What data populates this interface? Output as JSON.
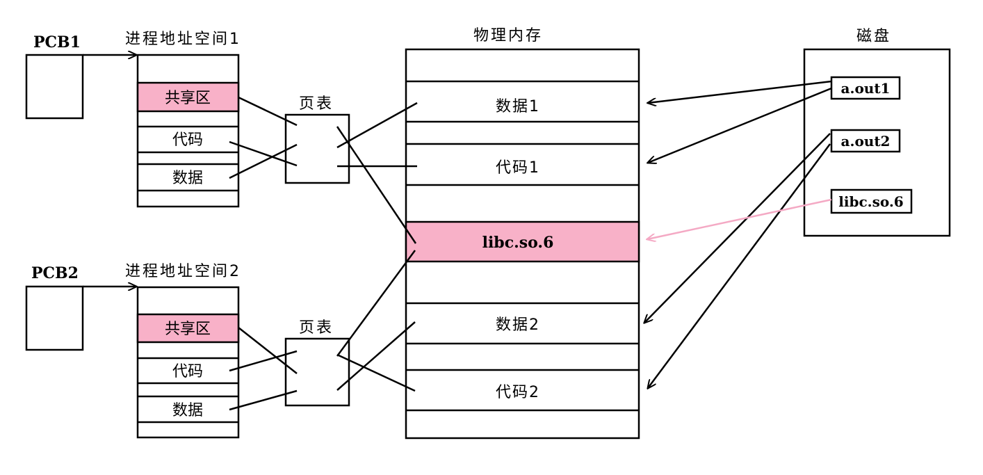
{
  "colors": {
    "highlight": "#f8b1c8",
    "stroke": "#000000",
    "pink_arrow": "#f4a9c4"
  },
  "pcb1": {
    "label": "PCB1"
  },
  "pcb2": {
    "label": "PCB2"
  },
  "address_space1": {
    "title": "进程地址空间1",
    "cells": [
      "",
      "共享区",
      "",
      "代码",
      "",
      "数据",
      ""
    ]
  },
  "address_space2": {
    "title": "进程地址空间2",
    "cells": [
      "",
      "共享区",
      "",
      "代码",
      "",
      "数据",
      ""
    ]
  },
  "page_table1": {
    "label": "页表"
  },
  "page_table2": {
    "label": "页表"
  },
  "physical_memory": {
    "title": "物理内存",
    "rows": [
      "",
      "数据1",
      "",
      "代码1",
      "",
      "libc.so.6",
      "",
      "数据2",
      "",
      "代码2",
      ""
    ]
  },
  "disk": {
    "title": "磁盘",
    "files": [
      "a.out1",
      "a.out2",
      "libc.so.6"
    ]
  }
}
